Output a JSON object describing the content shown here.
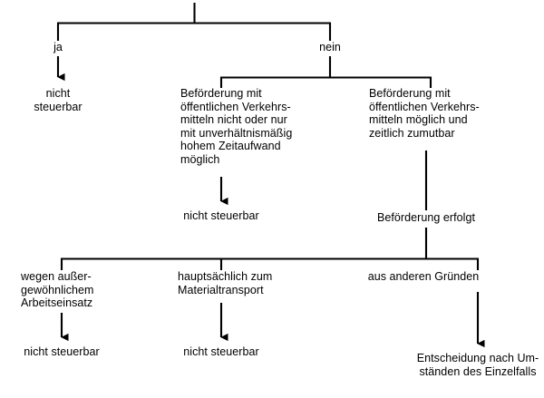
{
  "diagram": {
    "type": "decision-tree-flowchart",
    "language": "de",
    "line_color": "#000000",
    "background_color": "#ffffff",
    "root": {
      "name": "root-stem",
      "label": ""
    },
    "edge_labels": [
      {
        "id": "ja",
        "text": "ja"
      },
      {
        "id": "nein",
        "text": "nein"
      }
    ],
    "nodes": [
      {
        "id": "ja-result",
        "text": "nicht\nsteuerbar"
      },
      {
        "id": "oepnv-nicht-moeglich",
        "text": "Beförderung mit\nöffentlichen Verkehrs-\nmitteln nicht oder nur\nmit unverhältnismäßig\nhohem Zeitaufwand\nmöglich"
      },
      {
        "id": "oepnv-nicht-moeglich-result",
        "text": "nicht steuerbar"
      },
      {
        "id": "oepnv-moeglich",
        "text": "Beförderung mit\nöffentlichen Verkehrs-\nmitteln möglich und\nzeitlich zumutbar"
      },
      {
        "id": "befoerderung-erfolgt",
        "text": "Beförderung erfolgt"
      },
      {
        "id": "grund-arbeitseinsatz",
        "text": "wegen außer-\ngewöhnlichem\nArbeitseinsatz"
      },
      {
        "id": "grund-materialtransport",
        "text": "hauptsächlich zum\nMaterialtransport"
      },
      {
        "id": "grund-andere",
        "text": "aus anderen Gründen"
      },
      {
        "id": "grund-arbeitseinsatz-result",
        "text": "nicht steuerbar"
      },
      {
        "id": "grund-materialtransport-result",
        "text": "nicht steuerbar"
      },
      {
        "id": "grund-andere-result",
        "text": "Entscheidung nach Um-\nständen des Einzelfalls"
      }
    ]
  }
}
